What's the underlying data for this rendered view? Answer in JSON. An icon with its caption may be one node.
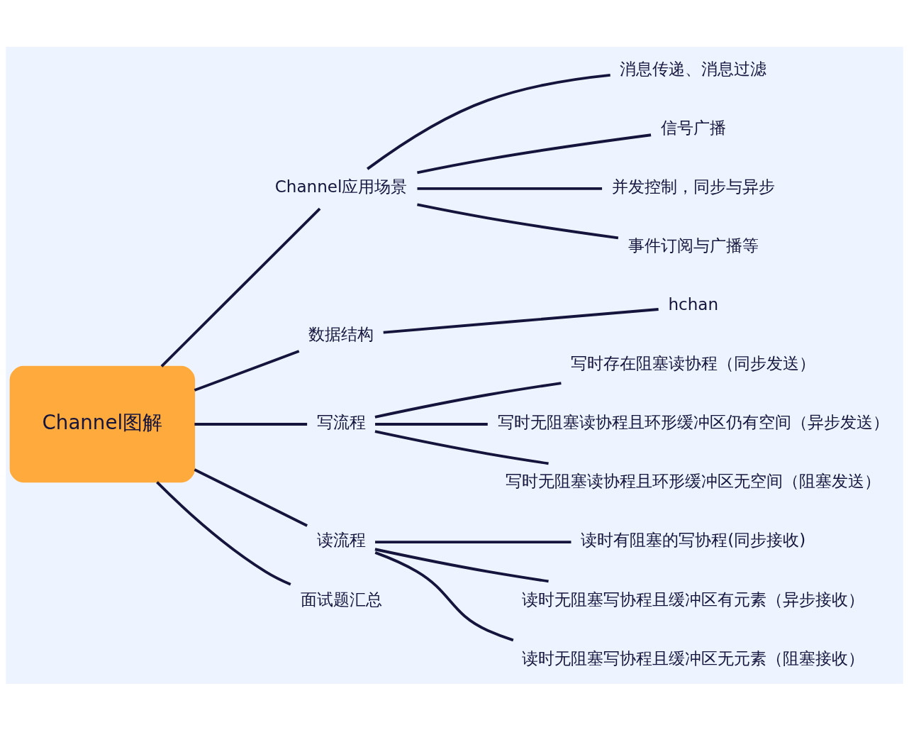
{
  "diagram": {
    "nodes": [
      {
        "text": [
          "Channel图解"
        ]
      },
      {
        "text": [
          "Channel应用场景"
        ]
      },
      {
        "text": [
          "消息传递、消息过滤"
        ]
      },
      {
        "text": [
          "信号广播"
        ]
      },
      {
        "text": [
          "并发控制，同步与异步"
        ]
      },
      {
        "text": [
          "事件订阅与广播等"
        ]
      },
      {
        "text": [
          "数据结构"
        ]
      },
      {
        "text": [
          "hchan"
        ]
      },
      {
        "text": [
          "写流程"
        ]
      },
      {
        "text": [
          "写时存在阻塞读协程（同步发送）"
        ]
      },
      {
        "text": [
          "写时无阻塞读协程且环形缓冲区仍有空间（异步发送）"
        ]
      },
      {
        "text": [
          "写时无阻塞读协程且环形缓冲区无空间（阻塞发送）"
        ]
      },
      {
        "text": [
          "读流程"
        ]
      },
      {
        "text": [
          "读时有阻塞的写协程(同步接收)"
        ]
      },
      {
        "text": [
          "读时无阻塞写协程且缓冲区有元素（异步接收）"
        ]
      },
      {
        "text": [
          "读时无阻塞写协程且缓冲区无元素（阻塞接收）"
        ]
      },
      {
        "text": [
          "面试题汇总"
        ]
      }
    ],
    "edges": [
      {
        "from": 0,
        "to": 1,
        "arrow": "none"
      },
      {
        "from": 1,
        "to": 2,
        "arrow": "none"
      },
      {
        "from": 1,
        "to": 3,
        "arrow": "none"
      },
      {
        "from": 1,
        "to": 4,
        "arrow": "none"
      },
      {
        "from": 1,
        "to": 5,
        "arrow": "none"
      },
      {
        "from": 0,
        "to": 6,
        "arrow": "none"
      },
      {
        "from": 6,
        "to": 7,
        "arrow": "none"
      },
      {
        "from": 0,
        "to": 8,
        "arrow": "none"
      },
      {
        "from": 8,
        "to": 9,
        "arrow": "none"
      },
      {
        "from": 8,
        "to": 10,
        "arrow": "none"
      },
      {
        "from": 8,
        "to": 11,
        "arrow": "none"
      },
      {
        "from": 0,
        "to": 12,
        "arrow": "none"
      },
      {
        "from": 12,
        "to": 13,
        "arrow": "none"
      },
      {
        "from": 12,
        "to": 14,
        "arrow": "none"
      },
      {
        "from": 12,
        "to": 15,
        "arrow": "none"
      },
      {
        "from": 0,
        "to": 16,
        "arrow": "none"
      }
    ]
  }
}
